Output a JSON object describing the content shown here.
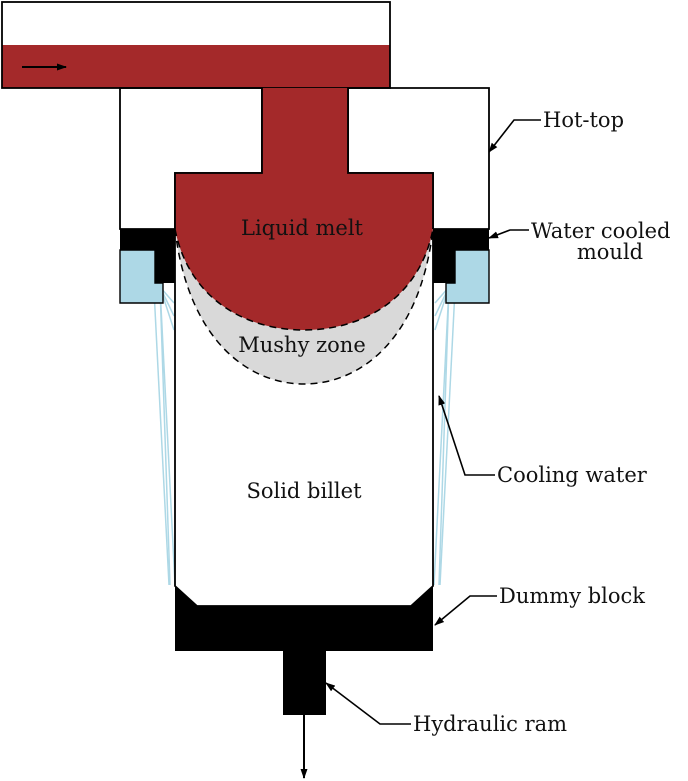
{
  "regions": {
    "liquid_melt": "Liquid melt",
    "mushy_zone": "Mushy zone",
    "solid_billet": "Solid billet"
  },
  "callouts": {
    "hot_top": "Hot-top",
    "mould_line1": "Water cooled",
    "mould_line2": "mould",
    "cooling_water": "Cooling water",
    "dummy_block": "Dummy block",
    "hydraulic_ram": "Hydraulic ram"
  },
  "colors": {
    "melt": "#a4292a",
    "hot_top": "#ffffde",
    "mushy": "#d9d9d9",
    "solid": "#a8a8a8",
    "water": "#add8e6",
    "steel": "#000000"
  }
}
